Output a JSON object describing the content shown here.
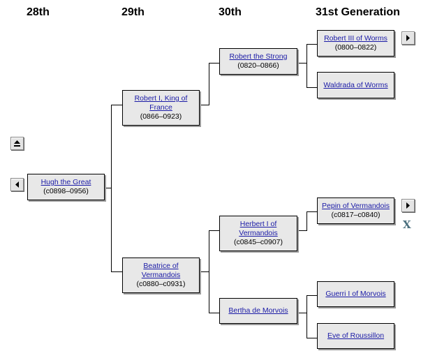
{
  "headers": [
    "28th",
    "29th",
    "30th",
    "31st Generation"
  ],
  "people": {
    "hugh": {
      "name": "Hugh the Great",
      "dates": "(c0898–0956)"
    },
    "robert1": {
      "name": "Robert I, King of France",
      "dates": "(0866–0923)"
    },
    "beatrice": {
      "name": "Beatrice of Vermandois",
      "dates": "(c0880–c0931)"
    },
    "robert_strong": {
      "name": "Robert the Strong",
      "dates": "(0820–0866)"
    },
    "herbert1": {
      "name": "Herbert I of Vermandois",
      "dates": "(c0845–c0907)"
    },
    "bertha": {
      "name": "Bertha de Morvois",
      "dates": ""
    },
    "robert3": {
      "name": "Robert III of Worms",
      "dates": "(0800–0822)"
    },
    "waldrada": {
      "name": "Waldrada of Worms",
      "dates": ""
    },
    "pepin": {
      "name": "Pepin of Vermandois",
      "dates": "(c0817–c0840)"
    },
    "guerri": {
      "name": "Guerri I of Morvois",
      "dates": ""
    },
    "eve": {
      "name": "Eve of Roussillon",
      "dates": ""
    }
  },
  "controls": {
    "close_label": "X"
  },
  "icons": {
    "up": "eject-icon",
    "left": "arrow-left-icon",
    "right": "arrow-right-icon",
    "close": "close-icon"
  }
}
